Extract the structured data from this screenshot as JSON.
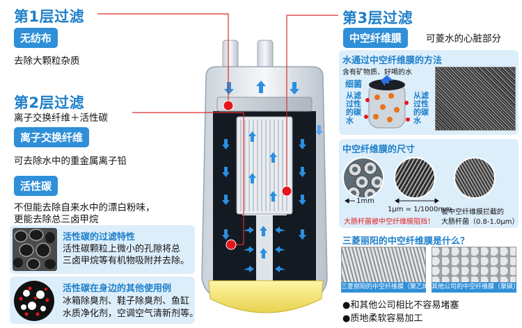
{
  "layer1": {
    "title": "第1层过滤",
    "badge": "无纺布",
    "desc": "去除大颗粒杂质"
  },
  "layer2": {
    "title": "第2层过滤",
    "subtitle": "离子交换纤维＋活性碳",
    "fiber_badge": "离子交换纤维",
    "fiber_desc": "可去除水中的重金属离子铅",
    "carbon_badge": "活性碳",
    "carbon_desc_1": "不但能去除自来水中的漂白粉味，",
    "carbon_desc_2": "更能去除总三卤甲烷",
    "feature_title": "活性碳的过滤特性",
    "feature_desc_1": "活性碳颗粒上微小的孔隙将总",
    "feature_desc_2": "三卤甲烷等有机物吸附并去除。",
    "uses_title": "活性碳在身边的其他使用例",
    "uses_desc_1": "冰箱除臭剂、鞋子除臭剂、鱼缸",
    "uses_desc_2": "水质净化剂，空调空气清新剂等。"
  },
  "layer3": {
    "title": "第3层过滤",
    "badge": "中空纤维膜",
    "badge_note": "可菱水的心脏部分",
    "method_title": "水通过中空纤维膜的方法",
    "method_note": "含有矿物质、好喝的水",
    "bacteria_label": "细菌",
    "side_label_left": "从滤过性的碳水",
    "side_label_right": "从滤过性的碳水",
    "size_title": "中空纤维膜的尺寸",
    "scale_1": "1mm",
    "scale_2": "1μm = 1/1000mm",
    "blocked_note_1": "被中空纤维膜拦截的",
    "blocked_note_2": "大肠杆菌（0.8-1.0μm）",
    "ecoli_caption": "大肠杆菌被中空纤维膜阻挡！",
    "what_title": "三菱丽阳的中空纤维膜是什么？",
    "sample_1_caption": "三菱丽阳的中空纤维膜（聚乙烯）",
    "sample_2_caption": "其他公司的中空纤维膜（聚砜）",
    "point_1": "●和其他公司相比不容易堵塞",
    "point_2": "●质地柔软容易加工"
  },
  "colors": {
    "accent": "#1d7fc9",
    "badge": "#2f8fd8",
    "leader": "#e02a2a",
    "panel": "#ddeefb"
  }
}
